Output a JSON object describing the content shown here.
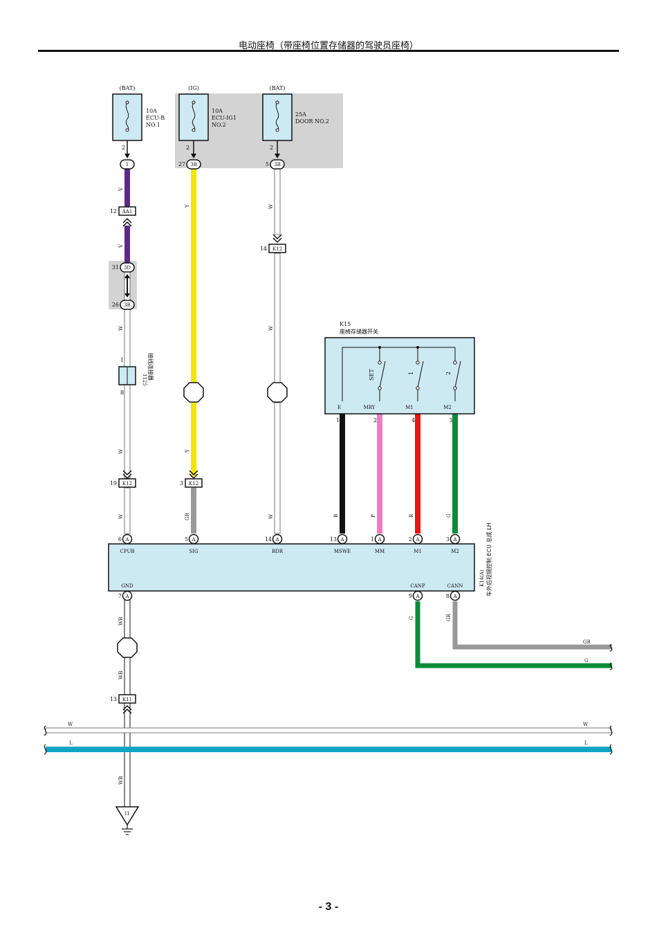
{
  "header": {
    "title": "电动座椅（带座椅位置存储器的驾驶员座椅）"
  },
  "page_number": "- 3 -",
  "colors": {
    "violet": "#5b2a86",
    "yellow": "#f2e600",
    "gray": "#999999",
    "white_wire": "#ffffff",
    "black": "#111111",
    "pink": "#f07cbf",
    "red": "#ee1111",
    "green": "#0a8a3a",
    "blue": "#11a3c4",
    "component_fill": "#cde9f2",
    "shaded_zone": "#d3d3d3"
  },
  "fuses": [
    {
      "source": "(BAT)",
      "rating": "10A",
      "name1": "ECU-B",
      "name2": "NO.1",
      "pin": "2"
    },
    {
      "source": "(IG)",
      "rating": "10A",
      "name1": "ECU-IG1",
      "name2": "NO.2",
      "pin": "2"
    },
    {
      "source": "(BAT)",
      "rating": "25A",
      "name1": "DOOR NO.2",
      "name2": "",
      "pin": "2"
    }
  ],
  "connectors": {
    "c1": {
      "pin": "",
      "label": "1"
    },
    "c27": {
      "pin": "27",
      "label": "3B"
    },
    "c5": {
      "pin": "5",
      "label": "3B"
    },
    "aa1": {
      "pin": "12",
      "label": "AA1"
    },
    "k12a": {
      "pin": "14",
      "label": "K12"
    },
    "c3d": {
      "pin": "31",
      "label": "3D"
    },
    "c3b": {
      "pin": "26",
      "label": "3B"
    },
    "k12b": {
      "pin": "19",
      "label": "K12"
    },
    "k12c": {
      "pin": "3",
      "label": "K12"
    },
    "k11": {
      "pin": "13",
      "label": "K11"
    },
    "ground": {
      "label": "I1"
    }
  },
  "junction": {
    "id": "1125",
    "name": "接线连接器",
    "pin_top": "1",
    "pin_bottom": "8"
  },
  "wire_labels": {
    "v1": "V",
    "v2": "V",
    "w1": "W",
    "w2": "W",
    "w3": "W",
    "y1": "Y",
    "y2": "Y",
    "wa": "W",
    "wb_": "W",
    "wc": "W",
    "gr1": "GR",
    "wd": "W",
    "b": "B",
    "p": "P",
    "r": "R",
    "g": "G",
    "wb1": "WB",
    "wb2": "WB",
    "wb3": "WB",
    "g_canp": "G",
    "gr_cann": "GR",
    "gr_right": "GR",
    "g_right": "G",
    "bus_w_left": "W",
    "bus_w_right": "W",
    "bus_l_left": "L",
    "bus_l_right": "L"
  },
  "switch": {
    "id": "K15",
    "name": "座椅存储器开关",
    "switch_labels": [
      "SET",
      "1",
      "2"
    ],
    "terminals": [
      "E",
      "MRY",
      "M1",
      "M2"
    ],
    "pins": [
      "1",
      "2",
      "4",
      "3"
    ]
  },
  "ecu": {
    "id": "K14(A)",
    "name": "车外后视镜控制 ECU 总成 LH",
    "top_pins": [
      {
        "pin": "6",
        "conn": "A",
        "term": "CPUB"
      },
      {
        "pin": "5",
        "conn": "A",
        "term": "SIG"
      },
      {
        "pin": "14",
        "conn": "A",
        "term": "BDR"
      },
      {
        "pin": "13",
        "conn": "A",
        "term": "MSWE"
      },
      {
        "pin": "1",
        "conn": "A",
        "term": "MM"
      },
      {
        "pin": "2",
        "conn": "A",
        "term": "M1"
      },
      {
        "pin": "3",
        "conn": "A",
        "term": "M2"
      }
    ],
    "bottom_pins": [
      {
        "pin": "7",
        "conn": "A",
        "term": "GND"
      },
      {
        "pin": "9",
        "conn": "A",
        "term": "CANP"
      },
      {
        "pin": "8",
        "conn": "A",
        "term": "CANN"
      }
    ]
  }
}
